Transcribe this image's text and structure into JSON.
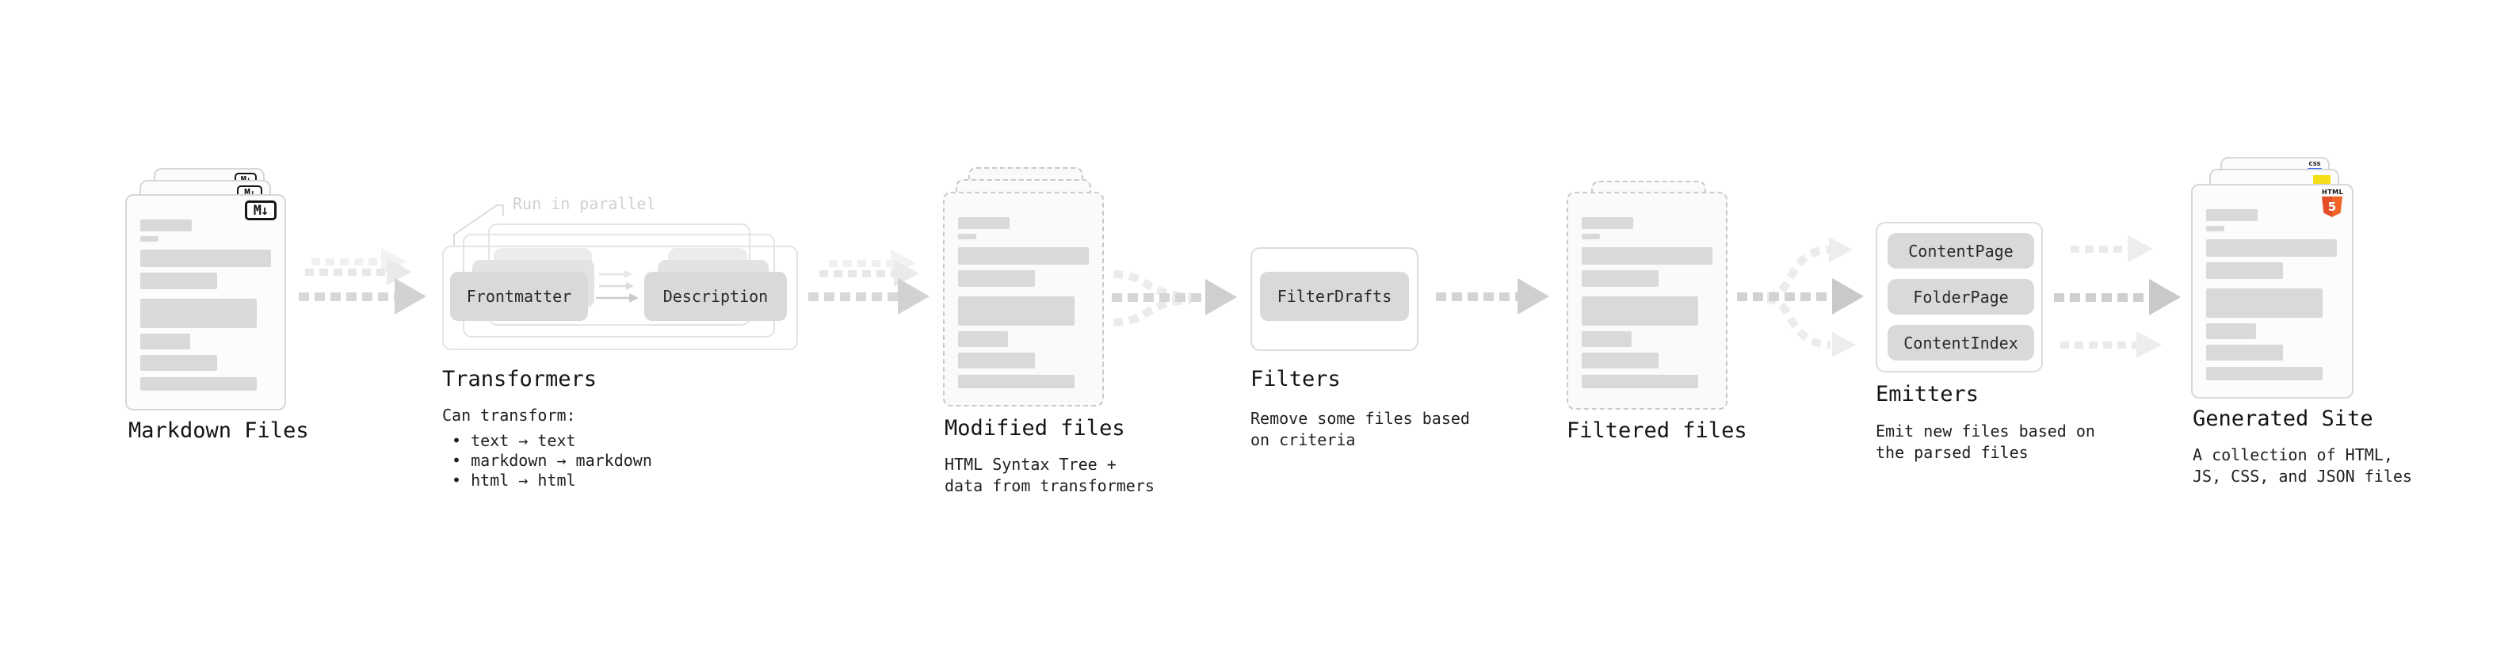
{
  "stages": {
    "markdown": {
      "label": "Markdown Files",
      "badge": "M↓"
    },
    "transformers": {
      "label": "Transformers",
      "annotation": "Run in parallel",
      "node_front": "Frontmatter",
      "node_back": "Description",
      "desc_title": "Can transform:",
      "bullets": [
        "• text → text",
        "• markdown → markdown",
        "• html → html"
      ]
    },
    "modified": {
      "label": "Modified files",
      "desc": [
        "HTML Syntax Tree +",
        "data from transformers"
      ]
    },
    "filters": {
      "label": "Filters",
      "node": "FilterDrafts",
      "desc": [
        "Remove some files based",
        "on criteria"
      ]
    },
    "filtered": {
      "label": "Filtered files"
    },
    "emitters": {
      "label": "Emitters",
      "nodes": [
        "ContentPage",
        "FolderPage",
        "ContentIndex"
      ],
      "desc": [
        "Emit new files based on",
        "the parsed files"
      ]
    },
    "generated": {
      "label": "Generated Site",
      "desc": [
        "A collection of HTML,",
        "JS, CSS, and JSON files"
      ],
      "badges": {
        "css": "CSS",
        "html_label": "HTML",
        "html_number": "5"
      }
    }
  },
  "colors": {
    "node_fill": "#d9d9d9",
    "bar_fill": "#d9d9d9",
    "card_border": "#d7d7d7",
    "dashed_border": "#c9c9c9",
    "arrow_dash": "#d4d4d4",
    "arrow_head": "#cfcfcf",
    "arrow_light": "#ececec",
    "annotation_text": "#d0d0d0",
    "label_text": "#141414",
    "html5_orange": "#e44d26",
    "js_yellow": "#f5de19",
    "css_blue": "#2862e9"
  }
}
